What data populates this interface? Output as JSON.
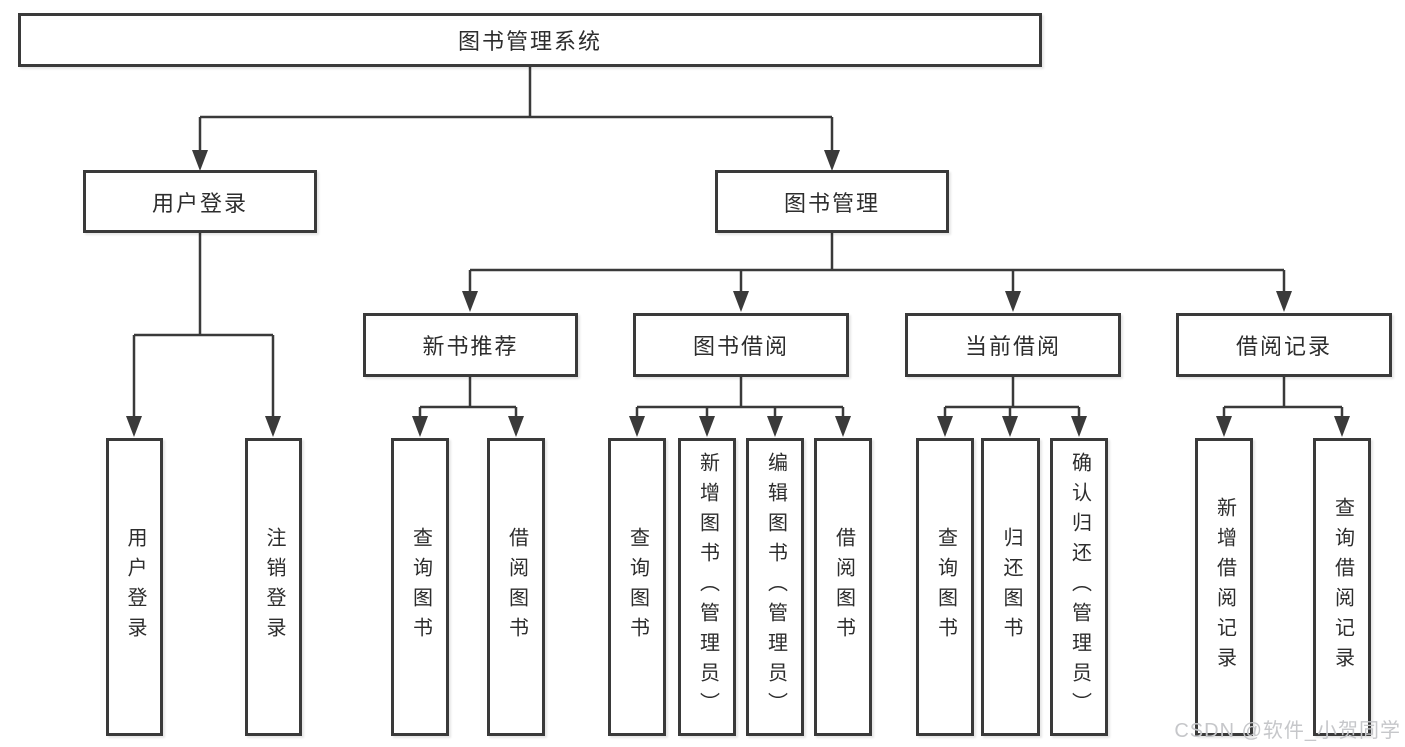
{
  "root": {
    "label": "图书管理系统"
  },
  "login": {
    "label": "用户登录",
    "children": [
      {
        "label": "用户登录"
      },
      {
        "label": "注销登录"
      }
    ]
  },
  "management": {
    "label": "图书管理",
    "sections": [
      {
        "label": "新书推荐",
        "children": [
          {
            "label": "查询图书"
          },
          {
            "label": "借阅图书"
          }
        ]
      },
      {
        "label": "图书借阅",
        "children": [
          {
            "label": "查询图书"
          },
          {
            "label": "新增图书（管理员）"
          },
          {
            "label": "编辑图书（管理员）"
          },
          {
            "label": "借阅图书"
          }
        ]
      },
      {
        "label": "当前借阅",
        "children": [
          {
            "label": "查询图书"
          },
          {
            "label": "归还图书"
          },
          {
            "label": "确认归还（管理员）"
          }
        ]
      },
      {
        "label": "借阅记录",
        "children": [
          {
            "label": "新增借阅记录"
          },
          {
            "label": "查询借阅记录"
          }
        ]
      }
    ]
  },
  "watermark": {
    "text": "CSDN @软件_小贺同学",
    "color": "#c6c7ca"
  },
  "colors": {
    "line": "#3a3a3a",
    "text": "#2d2d2d",
    "background": "#ffffff"
  }
}
